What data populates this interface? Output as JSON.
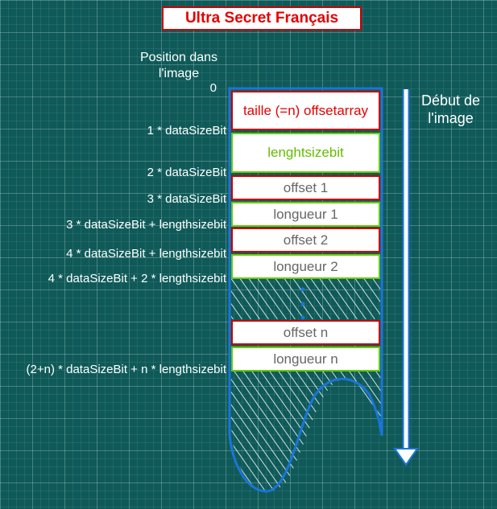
{
  "title": "Ultra Secret Français",
  "position_caption": "Position dans l'image",
  "start_caption": "Début de l'image",
  "position_labels": [
    "0",
    "1 * dataSizeBit",
    "2 * dataSizeBit",
    "3 * dataSizeBit",
    "3 * dataSizeBit + lengthsizebit",
    "4 * dataSizeBit + lengthsizebit",
    "4 * dataSizeBit + 2 * lengthsizebit",
    "(2+n) * dataSizeBit + n * lengthsizebit"
  ],
  "blocks": [
    "taille (=n) offsetarray",
    "lenghtsizebit",
    "offset 1",
    "longueur 1",
    "offset 2",
    "longueur 2",
    "offset n",
    "longueur n"
  ],
  "colors": {
    "background": "#0f5a59",
    "red": "#e60000",
    "green": "#66cc00",
    "blue": "#1a75d9"
  }
}
